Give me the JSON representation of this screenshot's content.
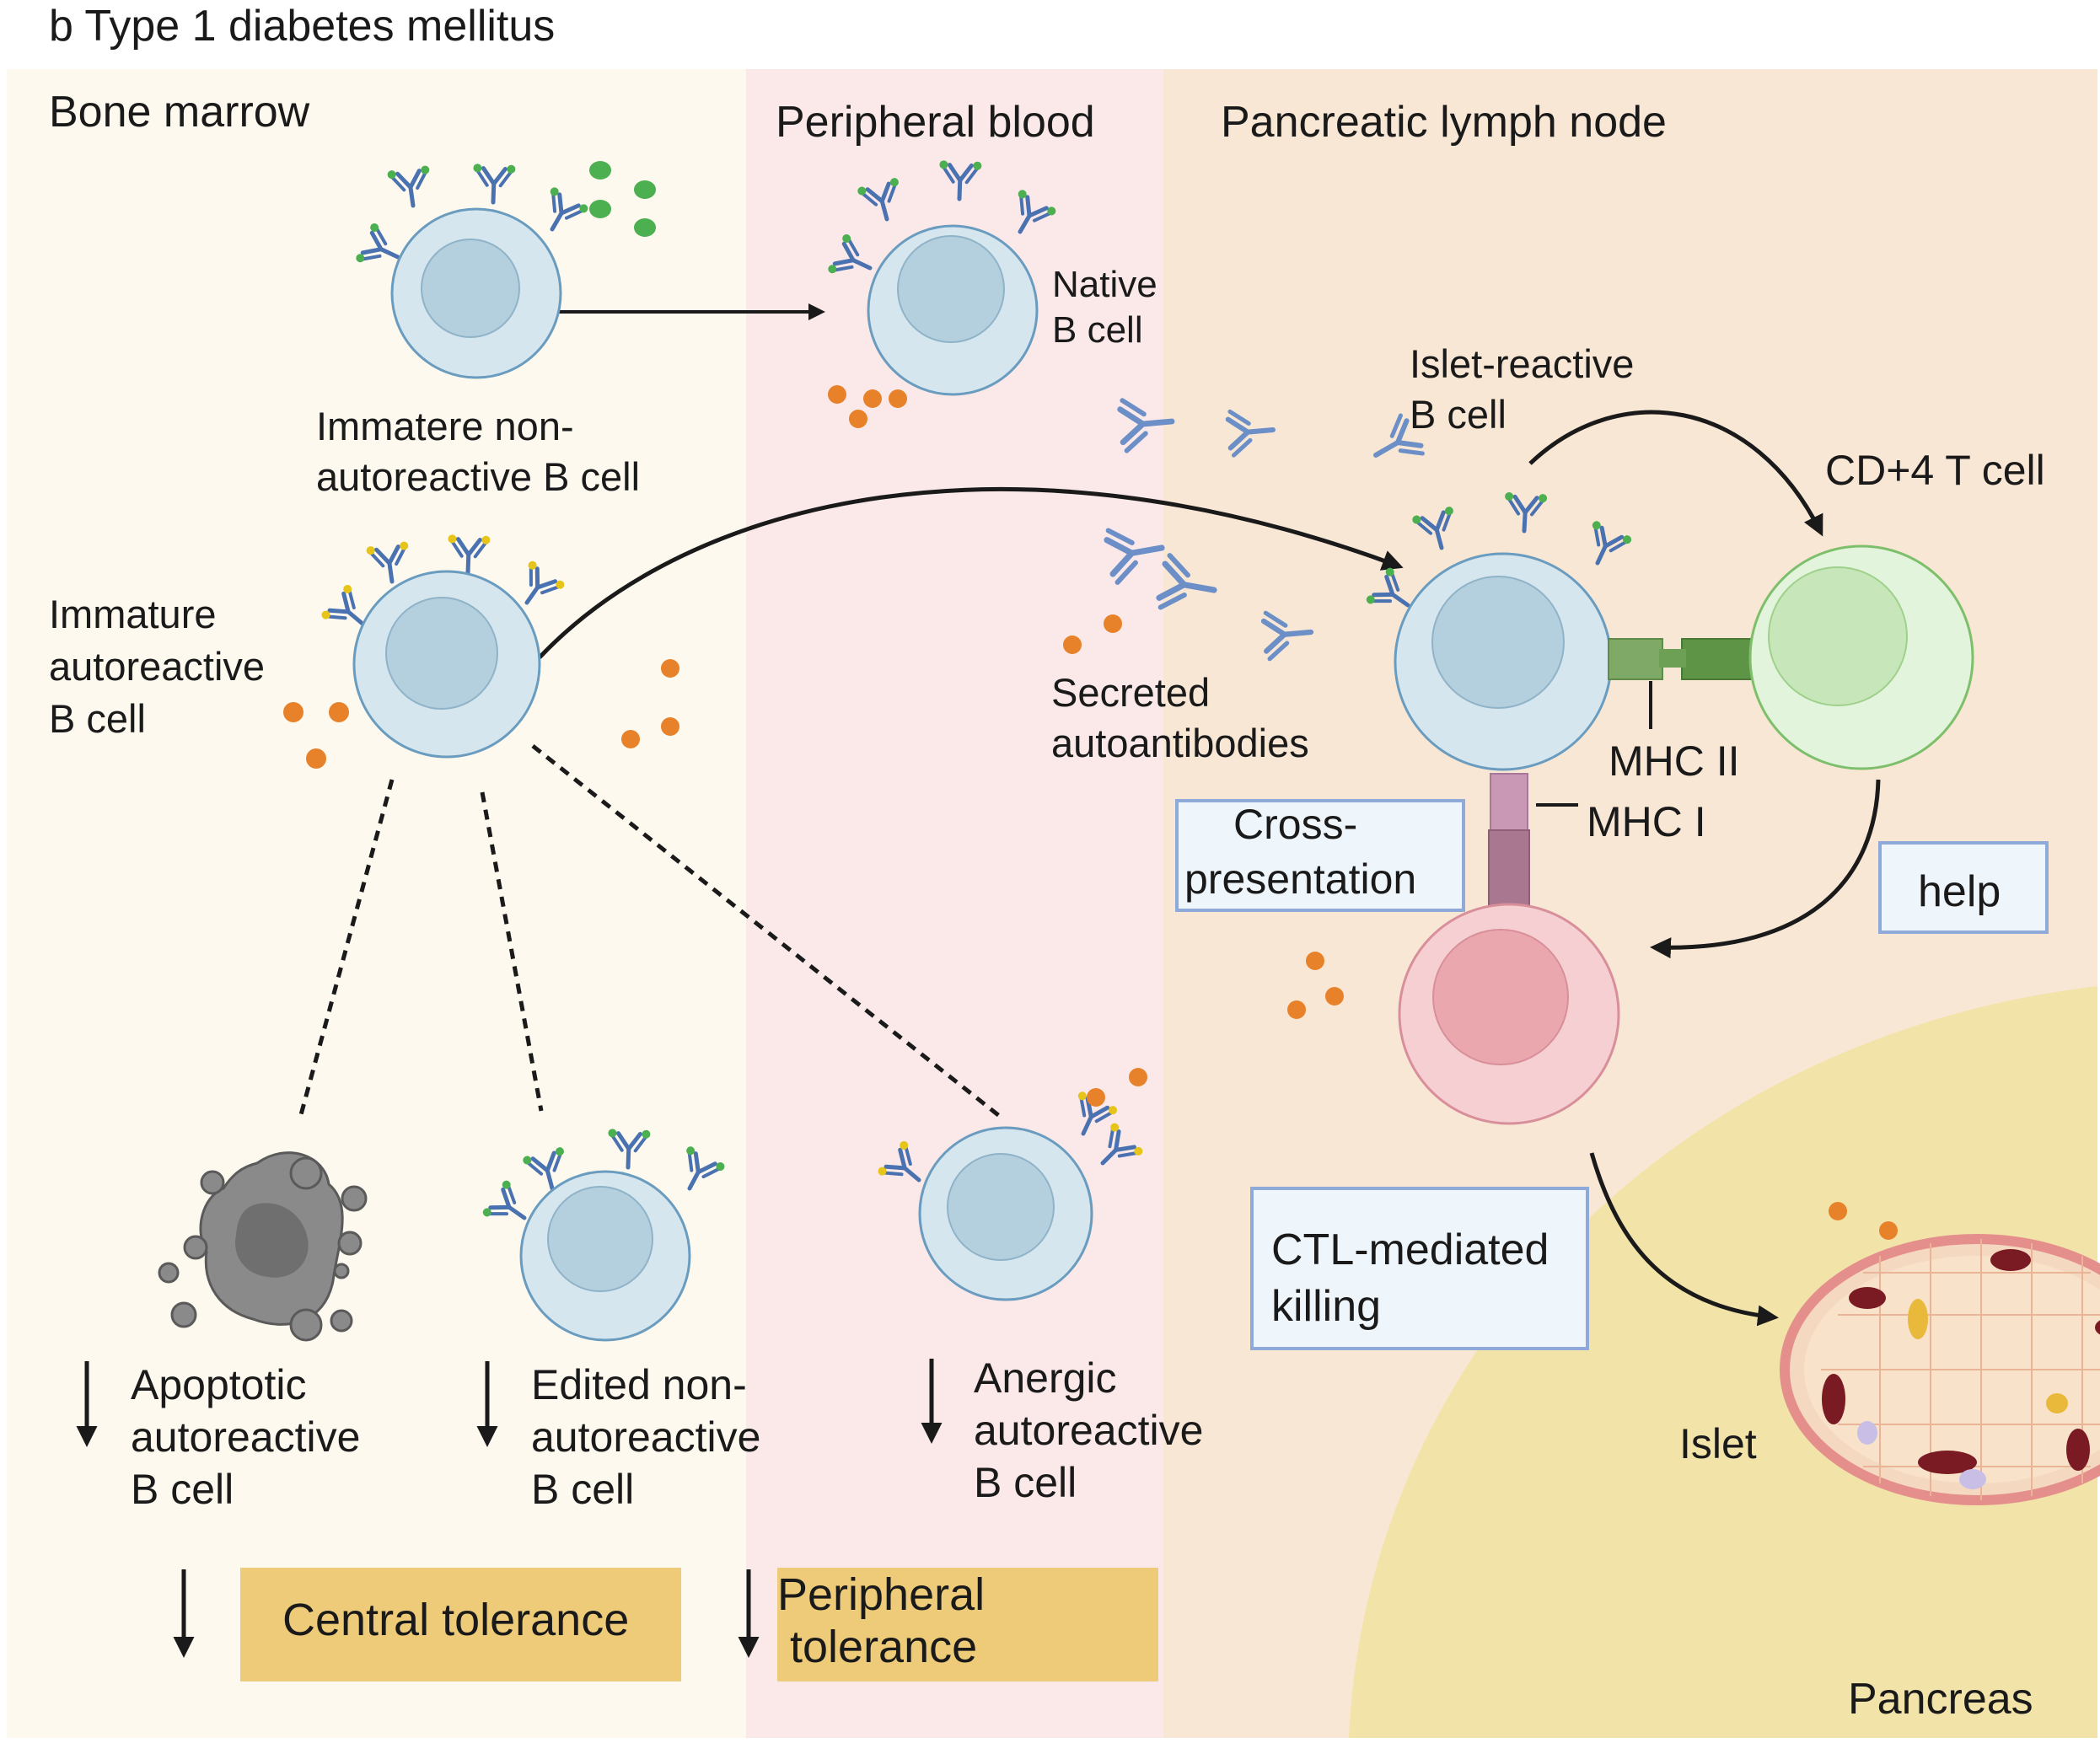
{
  "title": "b Type 1 diabetes mellitus",
  "regions": {
    "bone_marrow": "Bone marrow",
    "peripheral_blood": "Peripheral blood",
    "pancreatic_lymph_node": "Pancreatic lymph node",
    "pancreas": "Pancreas"
  },
  "cells": {
    "immature_nonauto": [
      "Immatere non-",
      "autoreactive B cell"
    ],
    "native": [
      "Native",
      "B cell"
    ],
    "immature_auto": [
      "Immature",
      "autoreactive",
      "B cell"
    ],
    "islet_reactive": [
      "Islet-reactive",
      "B cell"
    ],
    "cd4": "CD+4 T cell",
    "apoptotic": [
      "Apoptotic",
      "autoreactive",
      "B cell"
    ],
    "edited": [
      "Edited non-",
      "autoreactive",
      "B cell"
    ],
    "anergic": [
      "Anergic",
      "autoreactive",
      "B cell"
    ],
    "islet": "Islet"
  },
  "labels": {
    "secreted": [
      "Secreted",
      "autoantibodies"
    ],
    "mhc2": "MHC II",
    "mhc1": "MHC I",
    "cross": [
      "Cross-",
      "presentation"
    ],
    "help": "help",
    "ctl": [
      "CTL-mediated",
      "killing"
    ],
    "central": "Central tolerance",
    "peripheral_tol": [
      "Peripheral",
      "tolerance"
    ]
  },
  "colors": {
    "bone_marrow_bg": "#fdf9ee",
    "peripheral_bg": "#fbe9e9",
    "lymph_bg": "#f9e7d5",
    "pancreas_bg": "#f2e3a8",
    "b_cell": "#d6e6ef",
    "b_nucleus": "#b4cfdd",
    "t_helper": "#e2f4dc",
    "ctl": "#f6cfd3",
    "antibody": "#4a72b0",
    "antigen_green": "#4caf50",
    "antigen_orange": "#e8822a",
    "tolerance_box": "#edcb79",
    "label_box": "#eef5fb"
  }
}
